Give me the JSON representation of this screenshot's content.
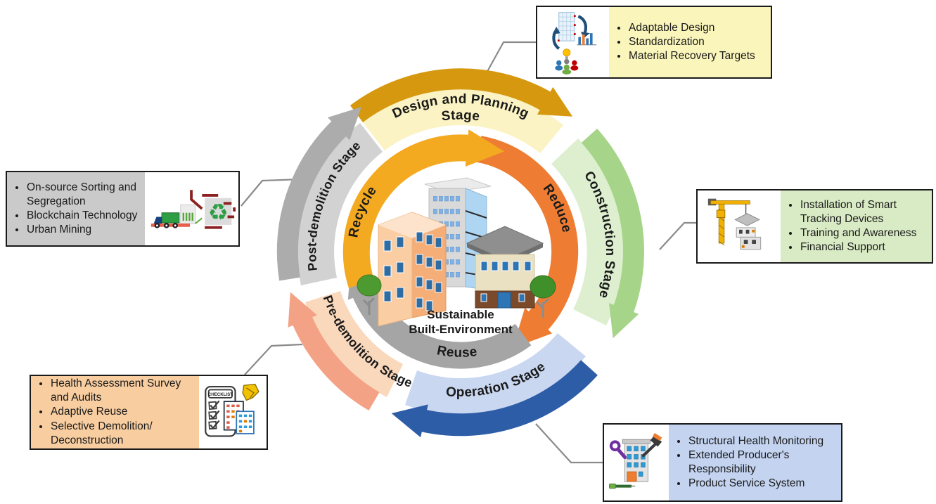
{
  "center": {
    "line1": "Sustainable",
    "line2": "Built-Environment"
  },
  "ring": {
    "recycle": {
      "label": "Recycle",
      "color": "#F3A920"
    },
    "reduce": {
      "label": "Reduce",
      "color": "#EE7D33"
    },
    "reuse": {
      "label": "Reuse",
      "color": "#A5A5A5"
    }
  },
  "stages": {
    "design": {
      "line1": "Design and Planning",
      "line2": "Stage",
      "wedge": "#FBF3C3",
      "arrow": "#D6980E"
    },
    "construction": {
      "label": "Construction Stage",
      "wedge": "#DDEFCF",
      "arrow": "#A6D489"
    },
    "operation": {
      "label": "Operation Stage",
      "wedge": "#C9D7F1",
      "arrow": "#2E5DA7"
    },
    "predemolition": {
      "label": "Pre-demolition Stage",
      "wedge": "#FAD8BC",
      "arrow": "#F4A286"
    },
    "postdemolition": {
      "label": "Post-demolition Stage",
      "wedge": "#D2D2D2",
      "arrow": "#ACACAC"
    }
  },
  "callouts": {
    "design": {
      "panel": "#FAF5BA",
      "items": [
        "Adaptable Design",
        "Standardization",
        "Material Recovery Targets"
      ]
    },
    "construction": {
      "panel": "#D9EBC4",
      "items": [
        "Installation of Smart Tracking Devices",
        "Training and Awareness",
        "Financial Support"
      ]
    },
    "operation": {
      "panel": "#C3D3F0",
      "items": [
        "Structural Health Monitoring",
        "Extended Producer's Responsibility",
        "Product Service System"
      ]
    },
    "predemolition": {
      "panel": "#F8CDA0",
      "checklist_label": "CHECKLIST",
      "items": [
        "Health Assessment Survey and Audits",
        "Adaptive Reuse",
        "Selective Demolition/ Deconstruction"
      ]
    },
    "postdemolition": {
      "panel": "#CACACA",
      "items": [
        "On-source Sorting and Segregation",
        "Blockchain Technology",
        "Urban Mining"
      ]
    }
  },
  "icons": {
    "recycle_symbol": "♻"
  }
}
